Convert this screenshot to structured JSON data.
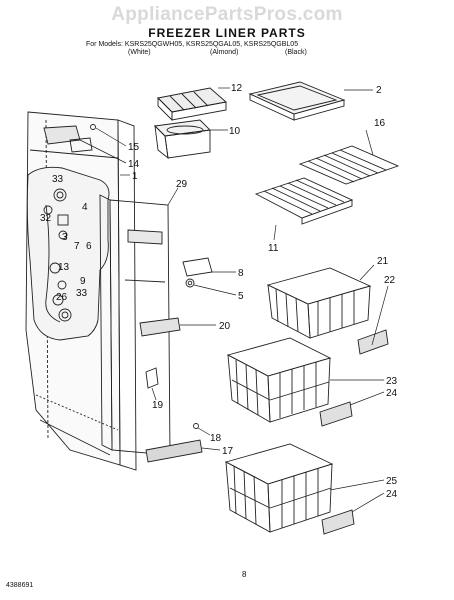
{
  "watermark": "AppliancePartsPros.com",
  "title": "FREEZER LINER PARTS",
  "models_prefix": "For Models:",
  "models": [
    "KSRS25QGWH05,",
    "KSRS25QGAL05,",
    "KSRS25QGBL05"
  ],
  "colors": [
    "(White)",
    "(Almond)",
    "(Black)"
  ],
  "page_number": "8",
  "document_number": "4388691",
  "callouts": {
    "c1": "1",
    "c2": "2",
    "c3": "3",
    "c4": "4",
    "c5": "5",
    "c6": "6",
    "c7": "7",
    "c8": "8",
    "c9": "9",
    "c10": "10",
    "c11": "11",
    "c12": "12",
    "c13": "13",
    "c14": "14",
    "c15": "15",
    "c16": "16",
    "c17": "17",
    "c18": "18",
    "c19": "19",
    "c20": "20",
    "c21": "21",
    "c22": "22",
    "c23": "23",
    "c24a": "24",
    "c24b": "24",
    "c25": "25",
    "c26": "26",
    "c29": "29",
    "c32": "32",
    "c33a": "33",
    "c33b": "33"
  }
}
